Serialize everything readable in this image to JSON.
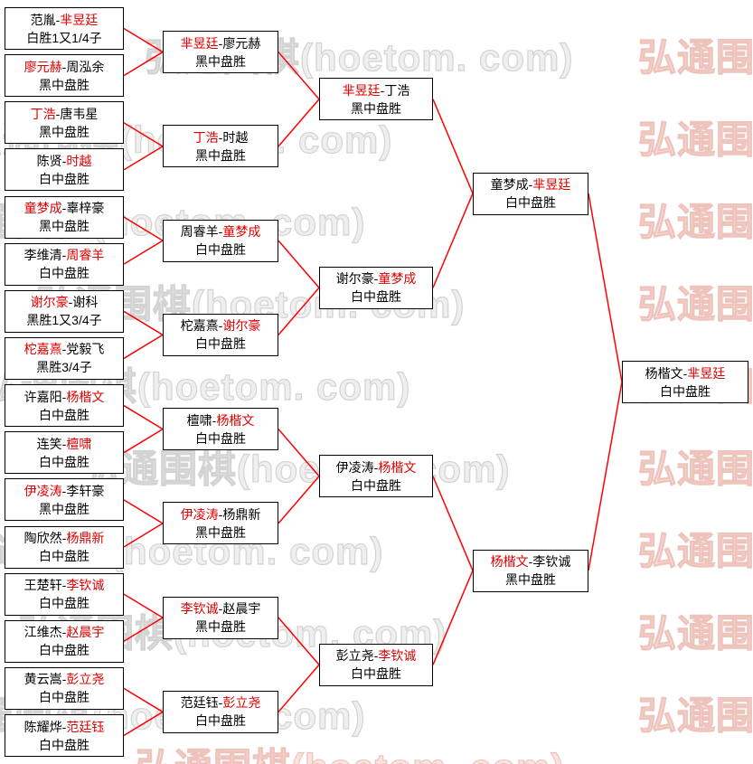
{
  "watermark": {
    "text": "弘通围棋(hoetom. com)",
    "edge_text": "弘通围",
    "color_gray": "#d3d3d3",
    "color_pink": "#eec3bc"
  },
  "colors": {
    "line": "#ff0000",
    "winner": "#dd0000",
    "text": "#000000",
    "box_border": "#000000",
    "box_bg": "#ffffff"
  },
  "bracket": {
    "rounds": [
      {
        "matches": [
          {
            "p1": "范胤",
            "p2": "芈昱廷",
            "winner": 2,
            "result": "白胜1又1/4子"
          },
          {
            "p1": "廖元赫",
            "p2": "周泓余",
            "winner": 1,
            "result": "黑中盘胜"
          },
          {
            "p1": "丁浩",
            "p2": "唐韦星",
            "winner": 1,
            "result": "黑中盘胜"
          },
          {
            "p1": "陈贤",
            "p2": "时越",
            "winner": 2,
            "result": "白中盘胜"
          },
          {
            "p1": "童梦成",
            "p2": "辜梓豪",
            "winner": 1,
            "result": "黑中盘胜"
          },
          {
            "p1": "李维清",
            "p2": "周睿羊",
            "winner": 2,
            "result": "白中盘胜"
          },
          {
            "p1": "谢尔豪",
            "p2": "谢科",
            "winner": 1,
            "result": "黑胜1又3/4子"
          },
          {
            "p1": "柁嘉熹",
            "p2": "党毅飞",
            "winner": 1,
            "result": "黑胜3/4子"
          },
          {
            "p1": "许嘉阳",
            "p2": "杨楷文",
            "winner": 2,
            "result": "白中盘胜"
          },
          {
            "p1": "连笑",
            "p2": "檀啸",
            "winner": 2,
            "result": "白中盘胜"
          },
          {
            "p1": "伊凌涛",
            "p2": "李轩豪",
            "winner": 1,
            "result": "黑中盘胜"
          },
          {
            "p1": "陶欣然",
            "p2": "杨鼎新",
            "winner": 2,
            "result": "白中盘胜"
          },
          {
            "p1": "王楚轩",
            "p2": "李钦诚",
            "winner": 2,
            "result": "白中盘胜"
          },
          {
            "p1": "江维杰",
            "p2": "赵晨宇",
            "winner": 2,
            "result": "白中盘胜"
          },
          {
            "p1": "黄云嵩",
            "p2": "彭立尧",
            "winner": 2,
            "result": "白中盘胜"
          },
          {
            "p1": "陈耀烨",
            "p2": "范廷钰",
            "winner": 2,
            "result": "白中盘胜"
          }
        ]
      },
      {
        "matches": [
          {
            "p1": "芈昱廷",
            "p2": "廖元赫",
            "winner": 1,
            "result": "黑中盘胜"
          },
          {
            "p1": "丁浩",
            "p2": "时越",
            "winner": 1,
            "result": "黑中盘胜"
          },
          {
            "p1": "周睿羊",
            "p2": "童梦成",
            "winner": 2,
            "result": "白中盘胜"
          },
          {
            "p1": "柁嘉熹",
            "p2": "谢尔豪",
            "winner": 2,
            "result": "白中盘胜"
          },
          {
            "p1": "檀啸",
            "p2": "杨楷文",
            "winner": 2,
            "result": "白中盘胜"
          },
          {
            "p1": "伊凌涛",
            "p2": "杨鼎新",
            "winner": 1,
            "result": "黑中盘胜"
          },
          {
            "p1": "李钦诚",
            "p2": "赵晨宇",
            "winner": 1,
            "result": "黑中盘胜"
          },
          {
            "p1": "范廷钰",
            "p2": "彭立尧",
            "winner": 2,
            "result": "白中盘胜"
          }
        ]
      },
      {
        "matches": [
          {
            "p1": "芈昱廷",
            "p2": "丁浩",
            "winner": 1,
            "result": "黑中盘胜"
          },
          {
            "p1": "谢尔豪",
            "p2": "童梦成",
            "winner": 2,
            "result": "白中盘胜"
          },
          {
            "p1": "伊凌涛",
            "p2": "杨楷文",
            "winner": 2,
            "result": "白中盘胜"
          },
          {
            "p1": "彭立尧",
            "p2": "李钦诚",
            "winner": 2,
            "result": "白中盘胜"
          }
        ]
      },
      {
        "matches": [
          {
            "p1": "童梦成",
            "p2": "芈昱廷",
            "winner": 2,
            "result": "白中盘胜"
          },
          {
            "p1": "杨楷文",
            "p2": "李钦诚",
            "winner": 1,
            "result": "黑中盘胜"
          }
        ]
      },
      {
        "matches": [
          {
            "p1": "杨楷文",
            "p2": "芈昱廷",
            "winner": 2,
            "result": "白中盘胜"
          }
        ]
      }
    ]
  }
}
